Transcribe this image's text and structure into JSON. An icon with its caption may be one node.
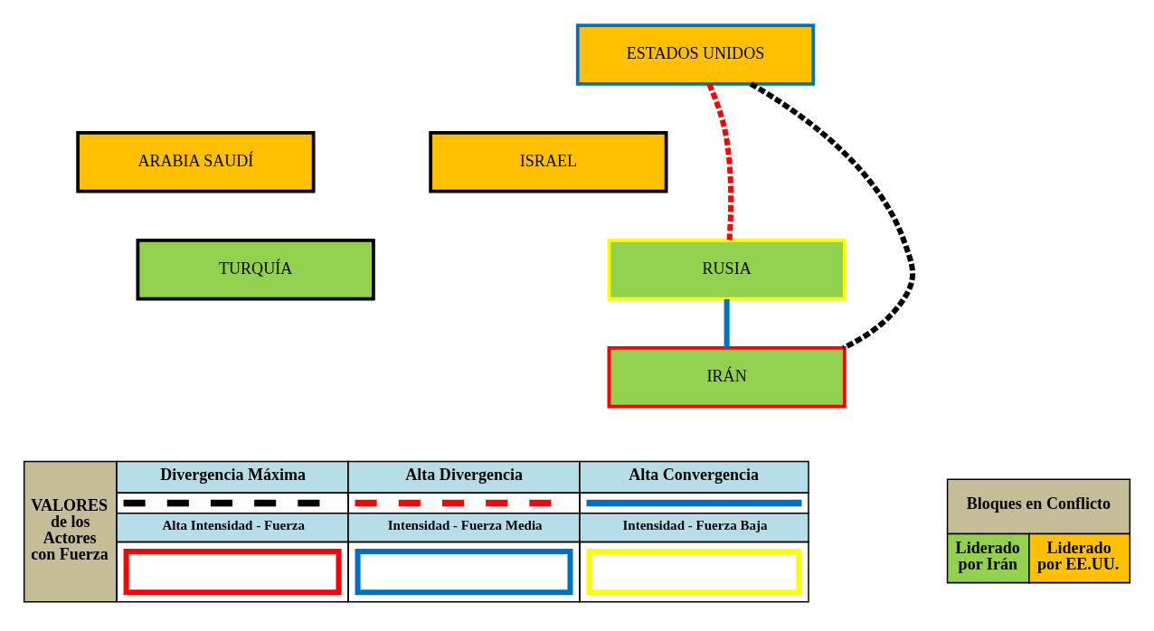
{
  "diagram": {
    "nodes": [
      {
        "text": [
          "ESTADOS UNIDOS"
        ]
      },
      {
        "text": [
          "ARABIA SAUDÍ"
        ]
      },
      {
        "text": [
          "ISRAEL"
        ]
      },
      {
        "text": [
          "TURQUÍA"
        ]
      },
      {
        "text": [
          "RUSIA"
        ]
      },
      {
        "text": [
          "IRÁN"
        ]
      }
    ],
    "edges": [
      {
        "from": 0,
        "to": 5,
        "arrow": "none",
        "style": "dashed"
      },
      {
        "from": 0,
        "to": 4,
        "arrow": "none",
        "style": "dashed",
        "color": "#ff0000"
      },
      {
        "from": 5,
        "to": 4,
        "arrow": "none",
        "color": "#0070c0"
      }
    ],
    "labels": [
      "VALORES de los Actores con Fuerza",
      "Bloques en Conflicto"
    ],
    "legend": [
      {
        "text": "Divergencia Máxima"
      },
      {
        "text": "Alta Divergencia"
      },
      {
        "text": "Alta Convergencia"
      },
      {
        "text": "Alta Intensidad - Fuerza"
      },
      {
        "text": "Intensidad - Fuerza Media"
      },
      {
        "text": "Intensidad - Fuerza Baja"
      },
      {
        "text": "Liderado por Irán",
        "color": "#92d050"
      },
      {
        "text": "Liderado por EE.UU.",
        "color": "#ffc000"
      }
    ]
  }
}
